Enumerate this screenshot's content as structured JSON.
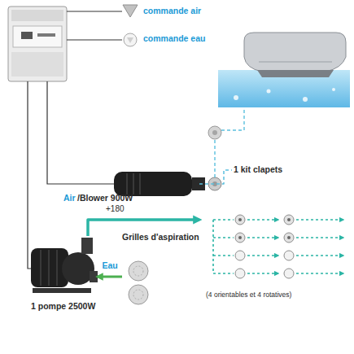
{
  "diagram": {
    "nodes": [
      {
        "text": [
          "commande air"
        ]
      },
      {
        "text": [
          "commande eau"
        ]
      },
      {
        "text": [
          "1 kit clapets"
        ]
      },
      {
        "text": [
          "Air",
          "/Blower 900W",
          "+180"
        ]
      },
      {
        "text": [
          "Grilles d'aspiration"
        ]
      },
      {
        "text": [
          "1 pompe 2500W"
        ]
      },
      {
        "text": [
          "(4 orientables et 4 rotatives)"
        ]
      }
    ],
    "edges": [
      {
        "from": 3,
        "to": 2,
        "arrow": "none"
      },
      {
        "from": 4,
        "to": 5,
        "label": "Eau",
        "arrow": "to"
      },
      {
        "from": 5,
        "to": 6,
        "arrow": "to"
      }
    ]
  }
}
